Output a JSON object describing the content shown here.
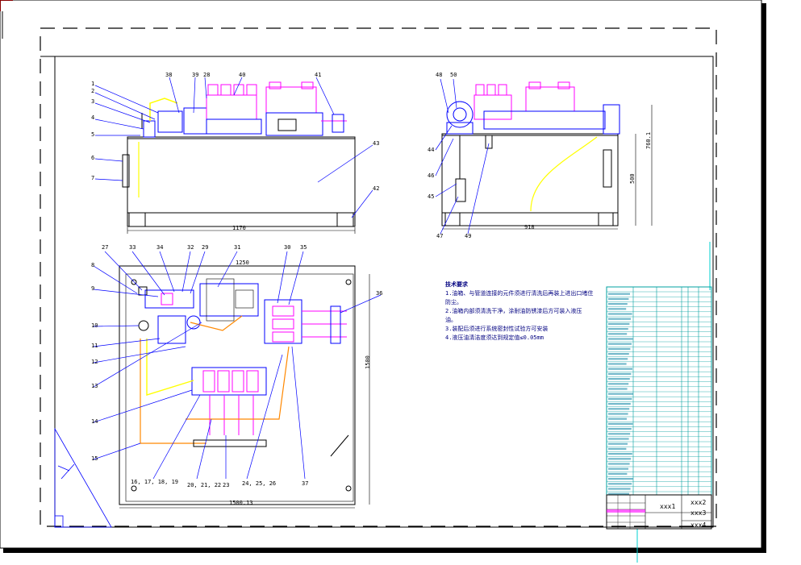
{
  "drawing": {
    "front_view": {
      "callouts_left": [
        "1",
        "2",
        "3",
        "4",
        "5",
        "6",
        "7"
      ],
      "callouts_top": [
        "38",
        "39",
        "28",
        "40",
        "41"
      ],
      "callouts_right": [
        "43",
        "42"
      ],
      "width_dim": "1170"
    },
    "side_view": {
      "callouts_top": [
        "48",
        "50"
      ],
      "callouts_left": [
        "44",
        "46",
        "45",
        "47",
        "49"
      ],
      "height_dim_1": "760.1",
      "height_dim_2": "500",
      "width_dim": "918"
    },
    "plan_view": {
      "callouts_left": [
        "8",
        "9",
        "10",
        "11",
        "12",
        "13",
        "14",
        "15"
      ],
      "callouts_top": [
        "27",
        "33",
        "34",
        "32",
        "29",
        "31",
        "30",
        "35"
      ],
      "callouts_right": [
        "36"
      ],
      "callouts_bottom": [
        "16, 17, 18, 19",
        "20, 21, 22",
        "23",
        "24, 25, 26",
        "37"
      ],
      "width_dim_top": "1250",
      "width_dim_bottom": "1500.13",
      "height_dim": "1500"
    },
    "technical_notes": {
      "heading": "技术要求",
      "lines": [
        "1.油箱、与管道连接的元件须进行清洗后再装上进出口堵住",
        "  防尘。",
        "2.油箱内部须清洗干净，涂耐油防锈漆后方可装入液压",
        "  油。",
        "3.装配后须进行系统密封性试验方可安装",
        "4.液压油清洁度须达到规定值≤0.05mm"
      ]
    },
    "title_block": {
      "cell_1": "xxx1",
      "cell_2": "xxx2",
      "cell_3": "xxx3",
      "cell_4": "xxx4"
    },
    "colors": {
      "background": "#ffffff",
      "frame": "#000000",
      "outline_blue": "#0000ff",
      "components_magenta": "#ff00ff",
      "pipes_yellow": "#ffff00",
      "leader_lines": "#0000ff",
      "bom_grid": "#00a0a0",
      "notes_text": "#000080"
    }
  }
}
